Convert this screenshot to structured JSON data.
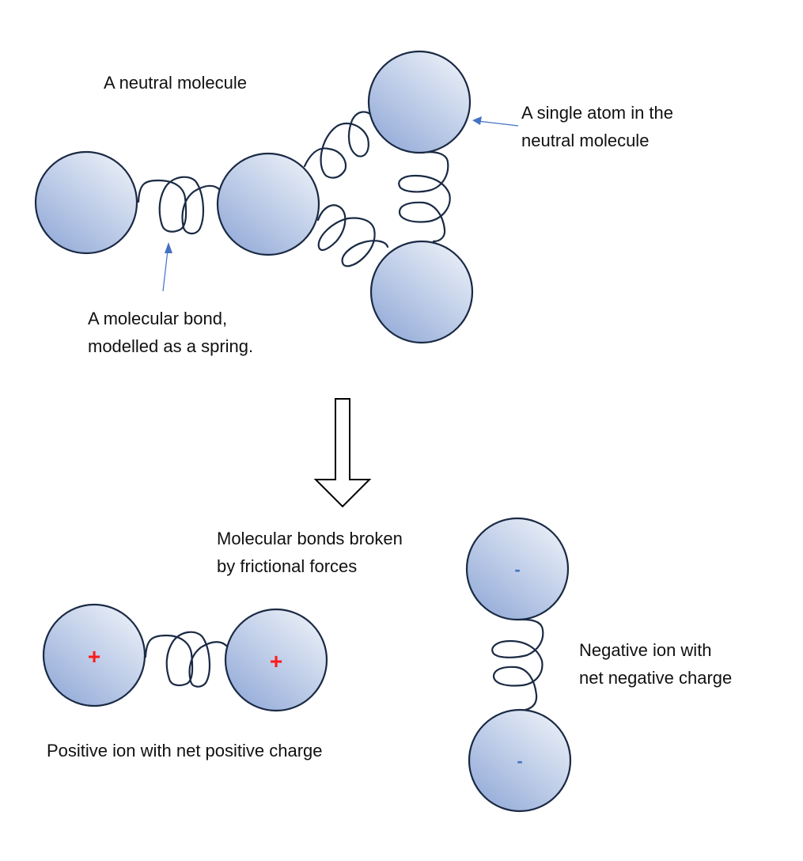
{
  "labels": {
    "neutral_molecule": "A neutral molecule",
    "single_atom_line1": "A single atom in the",
    "single_atom_line2": "neutral molecule",
    "bond_line1": "A molecular bond,",
    "bond_line2": "modelled as a spring.",
    "broken_line1": "Molecular bonds broken",
    "broken_line2": "by frictional forces",
    "positive_ion": "Positive ion with net positive charge",
    "negative_line1": "Negative ion with",
    "negative_line2": "net negative charge"
  },
  "charges": {
    "positive": "+",
    "negative": "-"
  },
  "colors": {
    "atom_fill_light": "#e3eaf5",
    "atom_fill_dark": "#9db3dc",
    "atom_stroke": "#1a2a44",
    "pointer": "#4472c4",
    "positive_charge": "#ff1a1a",
    "negative_charge": "#4472c4"
  }
}
